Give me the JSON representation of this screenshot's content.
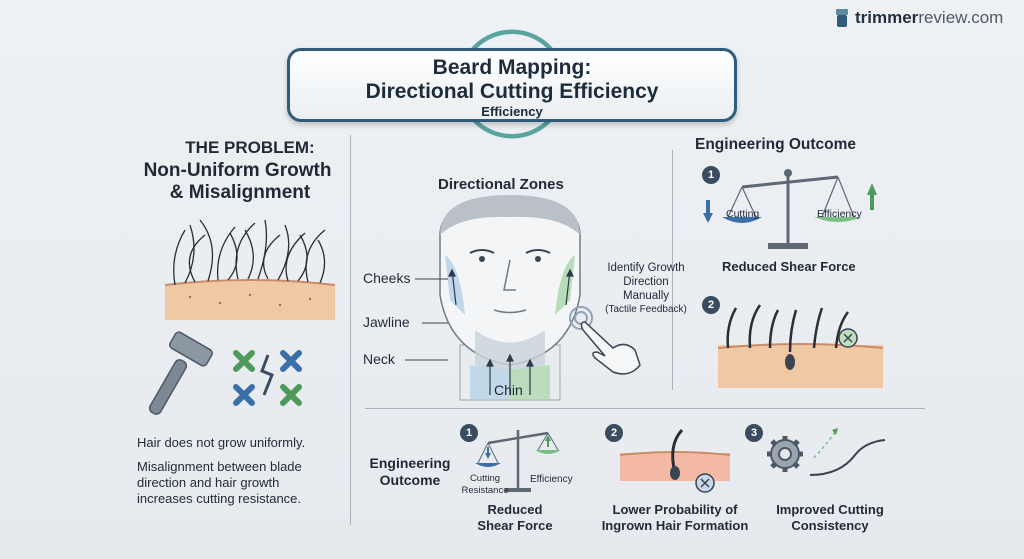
{
  "brand": {
    "part1": "trimmer",
    "part2": "review.com"
  },
  "title": {
    "line1": "Beard Mapping:",
    "line2": "Directional Cutting Efficiency",
    "line3": "Efficiency"
  },
  "problem": {
    "heading": "THE PROBLEM:",
    "subheading_line1": "Non-Uniform Growth",
    "subheading_line2": "& Misalignment",
    "text1": "Hair does not grow uniformly.",
    "text2_line1": "Misalignment between blade",
    "text2_line2": "direction and hair growth",
    "text2_line3": "increases cutting resistance."
  },
  "zones": {
    "heading": "Directional Zones",
    "cheeks": "Cheeks",
    "jawline": "Jawline",
    "neck": "Neck",
    "chin": "Chin",
    "callout_line1": "Identify Growth",
    "callout_line2": "Direction",
    "callout_line3": "Manually",
    "callout_line4": "(Tactile Feedback)"
  },
  "outcome_right": {
    "heading": "Engineering Outcome",
    "num1": "1",
    "cutting": "Cutting",
    "efficiency": "Efficiency",
    "reduced": "Reduced Shear Force",
    "num2": "2"
  },
  "outcome_bottom": {
    "heading_line1": "Engineering",
    "heading_line2": "Outcome",
    "num1": "1",
    "cutting_line1": "Cutting",
    "cutting_line2": "Resistance",
    "efficiency": "Efficiency",
    "item1_line1": "Reduced",
    "item1_line2": "Shear Force",
    "num2": "2",
    "item2_line1": "Lower Probability of",
    "item2_line2": "Ingrown Hair Formation",
    "num3": "3",
    "item3_line1": "Improved Cutting",
    "item3_line2": "Consistency"
  },
  "colors": {
    "navy": "#2f5c7d",
    "green": "#4e9a5a",
    "blue": "#3a6fa8",
    "skin": "#f0c8a4"
  }
}
